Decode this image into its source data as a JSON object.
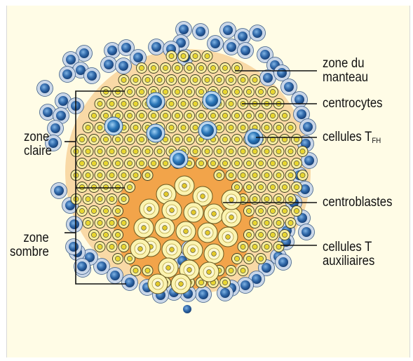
{
  "labels": {
    "zone_du_manteau_1": "zone du",
    "zone_du_manteau_2": "manteau",
    "centrocytes": "centrocytes",
    "cellules_tfh": "cellules T",
    "cellules_tfh_sub": "FH",
    "centroblastes": "centroblastes",
    "cellules_t_aux_1": "cellules T",
    "cellules_t_aux_2": "auxiliaires",
    "zone_claire_1": "zone",
    "zone_claire_2": "claire",
    "zone_sombre_1": "zone",
    "zone_sombre_2": "sombre"
  },
  "colors": {
    "background": "#fffce6",
    "follicle": "#f9d9a6",
    "dark_zone": "#f2a44a",
    "centrocyte": "#f2e25a",
    "centroblast": "#fbf3b0",
    "mantle_cell": "#2f67a8",
    "tfh_cell": "#2a76b8"
  }
}
